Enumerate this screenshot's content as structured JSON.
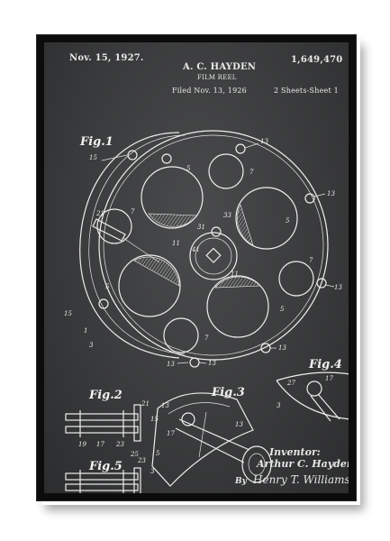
{
  "patent": {
    "date": "Nov. 15, 1927.",
    "inventor_name": "A. C. HAYDEN",
    "subject": "FILM REEL",
    "filed": "Filed Nov. 13, 1926",
    "number": "1,649,470",
    "sheets": "2 Sheets-Sheet 1"
  },
  "figures": {
    "fig1": "Fig.1",
    "fig2": "Fig.2",
    "fig3": "Fig.3",
    "fig4": "Fig.4",
    "fig5": "Fig.5"
  },
  "callouts": {
    "c1": "1",
    "c3": "3",
    "c5": "5",
    "c7": "7",
    "c11": "11",
    "c13": "13",
    "c15": "15",
    "c17": "17",
    "c19": "19",
    "c21": "21",
    "c23": "23",
    "c25": "25",
    "c27": "27",
    "c31": "31",
    "c33": "33",
    "c41": "41"
  },
  "signature": {
    "inventor_label": "Inventor:",
    "inventor_full": "Arthur C. Hayden",
    "by": "By",
    "attorney": "Henry T. Williams"
  },
  "colors": {
    "frame": "#0c0c0c",
    "board": "#3a3b3c",
    "ink": "#eeeeee"
  }
}
